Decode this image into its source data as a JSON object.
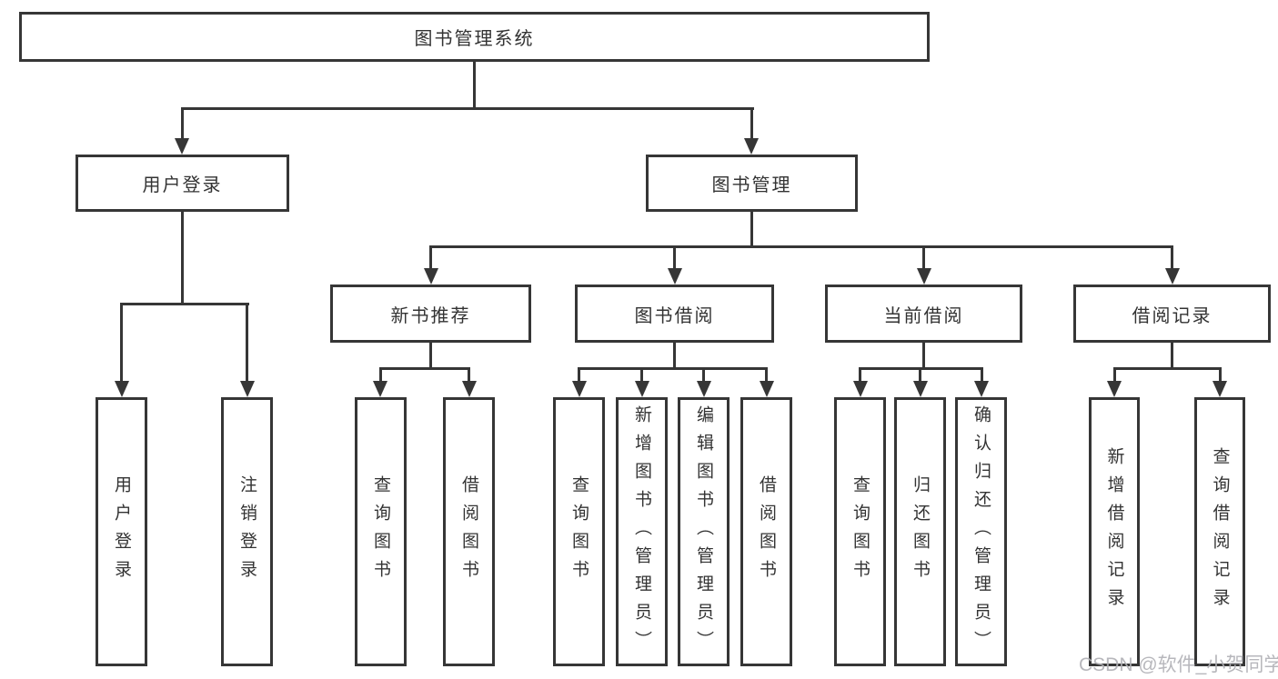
{
  "tree": {
    "root": "图书管理系统",
    "level2": [
      {
        "label": "用户登录",
        "children": [
          "用户登录",
          "注销登录"
        ]
      },
      {
        "label": "图书管理"
      }
    ],
    "level3": [
      {
        "label": "新书推荐",
        "children": [
          "查询图书",
          "借阅图书"
        ]
      },
      {
        "label": "图书借阅",
        "children": [
          "查询图书",
          "新增图书（管理员）",
          "编辑图书（管理员）",
          "借阅图书"
        ]
      },
      {
        "label": "当前借阅",
        "children": [
          "查询图书",
          "归还图书",
          "确认归还（管理员）"
        ]
      },
      {
        "label": "借阅记录",
        "children": [
          "新增借阅记录",
          "查询借阅记录"
        ]
      }
    ]
  },
  "colors": {
    "line": "#363636",
    "text": "#333333",
    "watermark": "#b0b0b5"
  },
  "watermark": "CSDN @软件_小贺同学"
}
